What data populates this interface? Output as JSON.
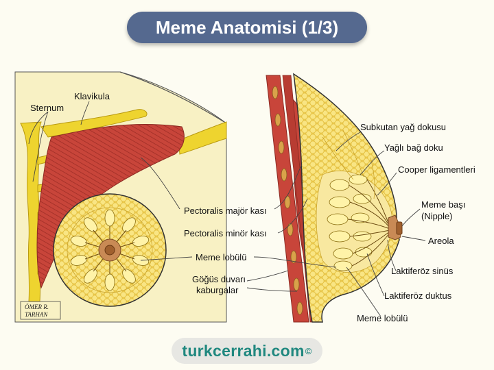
{
  "title": "Meme Anatomisi (1/3)",
  "footer": {
    "site": "turkcerrahi.com",
    "copyright_mark": "©"
  },
  "signature": {
    "line1": "ÖMER R.",
    "line2": "TARHAN"
  },
  "labels": {
    "sternum": "Sternum",
    "klavikula": "Klavikula",
    "pectoralis_major": "Pectoralis majör kası",
    "pectoralis_minor": "Pectoralis minör kası",
    "meme_lobulu_left": "Meme lobülü",
    "gogus_duvari_1": "Göğüs duvarı",
    "gogus_duvari_2": "kaburgalar",
    "subkutan": "Subkutan yağ dokusu",
    "yagli_bag": "Yağlı bağ doku",
    "cooper": "Cooper ligamentleri",
    "meme_basi_1": "Meme başı",
    "meme_basi_2": "(Nipple)",
    "areola": "Areola",
    "laktiferoz_sinus": "Laktiferöz sinüs",
    "laktiferoz_duktus": "Laktiferöz duktus",
    "meme_lobulu_right": "Meme lobülü"
  },
  "colors": {
    "title_bg": "#55698f",
    "muscle": "#c8453a",
    "fat": "#f6de6a",
    "lobule": "#fff3a8",
    "bone": "#efd630",
    "footer_text": "#20887f"
  }
}
